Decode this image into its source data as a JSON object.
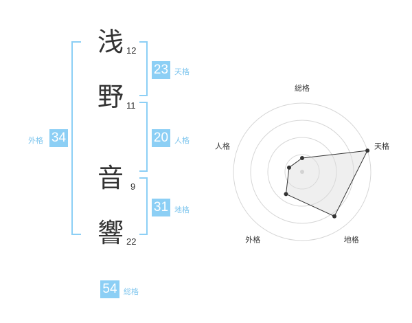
{
  "name_chars": [
    {
      "char": "浅",
      "strokes": "12"
    },
    {
      "char": "野",
      "strokes": "11"
    },
    {
      "char": "音",
      "strokes": "9"
    },
    {
      "char": "響",
      "strokes": "22"
    }
  ],
  "fortunes": {
    "tenkaku": {
      "value": "23",
      "label": "天格"
    },
    "jinkaku": {
      "value": "20",
      "label": "人格"
    },
    "chikaku": {
      "value": "31",
      "label": "地格"
    },
    "gaikaku": {
      "value": "34",
      "label": "外格"
    },
    "soukaku": {
      "value": "54",
      "label": "総格"
    }
  },
  "colors": {
    "accent": "#8ccff5",
    "label": "#7fc6ee",
    "text": "#333333"
  },
  "chart_data": {
    "type": "radar",
    "axes": [
      "総格",
      "天格",
      "地格",
      "外格",
      "人格"
    ],
    "values": [
      1,
      5,
      4,
      2,
      1
    ],
    "rmax": 5,
    "rings": 4,
    "grid": true
  }
}
